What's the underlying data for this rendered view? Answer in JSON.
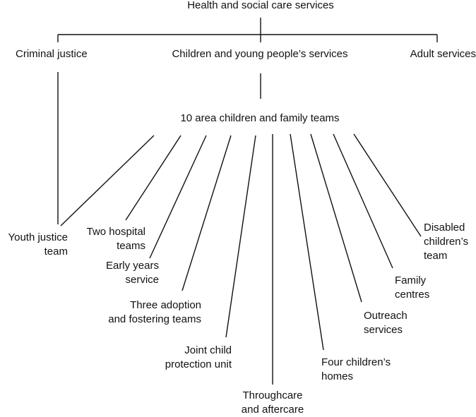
{
  "root": "Health and social care services",
  "level1": {
    "criminal_justice": "Criminal justice",
    "children": "Children and young people’s services",
    "adult": "Adult services"
  },
  "area_teams": "10 area children and family teams",
  "teams": {
    "youth_justice": [
      "Youth justice",
      "team"
    ],
    "two_hospital": [
      "Two hospital",
      "teams"
    ],
    "early_years": [
      "Early years",
      "service"
    ],
    "three_adoption": [
      "Three adoption",
      "and fostering teams"
    ],
    "joint_child": [
      "Joint child",
      "protection unit"
    ],
    "throughcare": [
      "Throughcare",
      "and aftercare"
    ],
    "four_homes": [
      "Four children’s",
      "homes"
    ],
    "outreach": [
      "Outreach",
      "services"
    ],
    "family_centres": [
      "Family",
      "centres"
    ],
    "disabled": [
      "Disabled",
      "children’s",
      "team"
    ]
  },
  "colors": {
    "line": "#111111",
    "text": "#111111",
    "background": "#ffffff"
  }
}
